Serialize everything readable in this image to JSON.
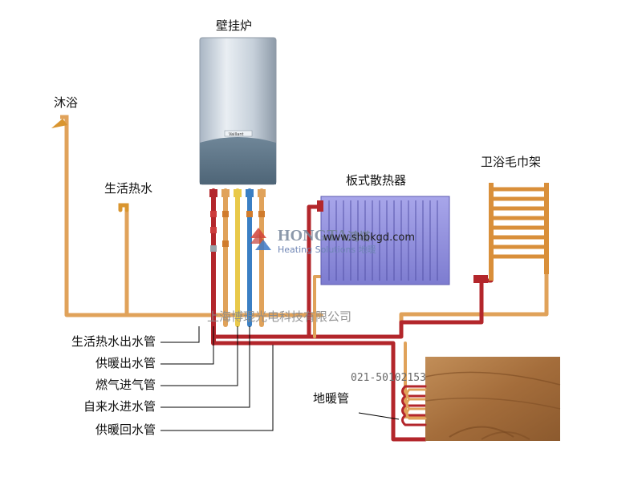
{
  "labels": {
    "boiler": "壁挂炉",
    "shower": "沐浴",
    "hot_water": "生活热水",
    "radiator": "板式散热器",
    "towel_rack": "卫浴毛巾架",
    "floor_heating": "地暖管"
  },
  "pipe_legend": [
    "生活热水出水管",
    "供暖出水管",
    "燃气进气管",
    "自来水进水管",
    "供暖回水管"
  ],
  "watermark": {
    "brand": "HONGTA",
    "brand_suffix": "鸿塔",
    "website": "www.shbkgd.com",
    "tagline": "Heating Solutions",
    "tagline_suffix": "地暖",
    "company": "上海博琨光电科技有限公司",
    "phone": "021-50102153"
  },
  "boiler_badge": "Vaillant",
  "colors": {
    "hot_pipe": "#b3262b",
    "water_pipe": "#e0a25a",
    "gas_pipe": "#e9c94a",
    "cold_pipe": "#3a7fc4",
    "radiator": "#8f8fdc",
    "wood": "#a8733f"
  }
}
